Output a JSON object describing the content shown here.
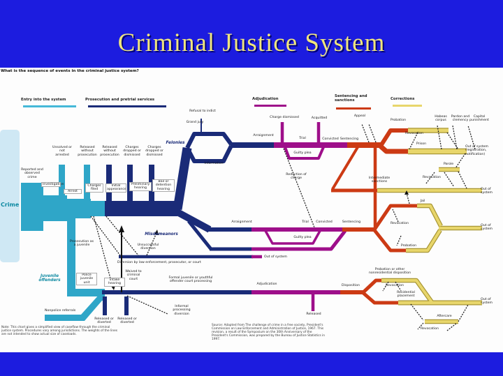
{
  "slide": {
    "title": "Criminal Justice System",
    "question": "What is the sequence of events in the criminal justice system?"
  },
  "colors": {
    "background_blue": "#1c1cdf",
    "title_yellow": "#efe57d",
    "entry_cyan": "#2fa6c8",
    "prosecution_navy": "#1a2b78",
    "adjudication_magenta": "#9e0f8a",
    "sentencing_red": "#cc3a14",
    "corrections_yellow": "#e2cf63"
  },
  "sections": {
    "entry": "Entry into the system",
    "prosecution": "Prosecution and pretrial services",
    "adjudication": "Adjudication",
    "sentencing": "Sentencing and sanctions",
    "corrections": "Corrections"
  },
  "labels": {
    "crime": "Crime",
    "reported": "Reported and observed crime",
    "investigation": "Investigation",
    "arrest": "Arrest",
    "charges_filed": "Charges filed",
    "initial_appearance": "Initial appearance",
    "preliminary_hearing": "Preliminary hearing",
    "bail": "Bail or detention hearing",
    "unsolved": "Unsolved or not arrested",
    "released1": "Released without prosecution",
    "released2": "Released without prosecution",
    "dropped1": "Charges dropped or dismissed",
    "dropped2": "Charges dropped or dismissed",
    "felonies": "Felonies",
    "refusal": "Refusal to indict",
    "grand_jury": "Grand jury",
    "information": "Information",
    "arraignment1": "Arraignment",
    "charge_dismissed": "Charge dismissed",
    "acquitted1": "Acquitted",
    "trial1": "Trial",
    "convicted1": "Convicted",
    "sentencing1": "Sentencing",
    "guilty_plea1": "Guilty plea",
    "appeal": "Appeal",
    "reduction": "Reduction of charge",
    "probation1": "Probation",
    "revocation1": "Revocation",
    "habeas": "Habeas corpus",
    "pardon": "Pardon and clemency",
    "capital": "Capital punishment",
    "prison": "Prison",
    "out_registration": "Out of system (registration, notification)",
    "parole": "Parole",
    "revocation2": "Revocation",
    "intermediate1": "Intermediate sanctions",
    "out1": "Out of system",
    "misdemeanors": "Misdemeanors",
    "arraignment2": "Arraignment",
    "trial2": "Trial",
    "convicted2": "Convicted",
    "sentencing2": "Sentencing",
    "guilty_plea2": "Guilty plea",
    "jail": "Jail",
    "revocation3": "Revocation",
    "probation2": "Probation",
    "out2": "Out of system",
    "out3": "Out of system",
    "diversion_line": "Diversion by law enforcement, prosecutor, or court",
    "unsuccessful": "Unsuccessful diversion",
    "prosecution_juvenile": "Prosecution as a juvenile",
    "waived": "Waived to criminal court",
    "juvenile_offenders": "Juvenile offenders",
    "police_unit": "Police juvenile unit",
    "intake": "Intake hearing",
    "nonpolice": "Nonpolice referrals",
    "released_diverted1": "Released or diverted",
    "released_diverted2": "Released or diverted",
    "formal": "Formal juvenile or youthful offender court processing",
    "informal": "Informal processing diversion",
    "adjudication_j": "Adjudication",
    "released_j": "Released",
    "disposition": "Disposition",
    "probation_nonres": "Probation or other nonresidential disposition",
    "revocation4": "Revocation",
    "residential": "Residential placement",
    "out4": "Out of system",
    "aftercare": "Aftercare",
    "revocation5": "Revocation"
  },
  "notes": {
    "note": "Note: This chart gives a simplified view of caseflow through the criminal justice system. Procedures vary among jurisdictions. The weights of the lines are not intended to show actual size of caseloads.",
    "source": "Source: Adapted from The challenge of crime in a free society, President's Commission on Law Enforcement and Administration of Justice, 1967. This revision, a result of the Symposium on the 30th Anniversary of the President's Commission, was prepared by the Bureau of Justice Statistics in 1997."
  }
}
